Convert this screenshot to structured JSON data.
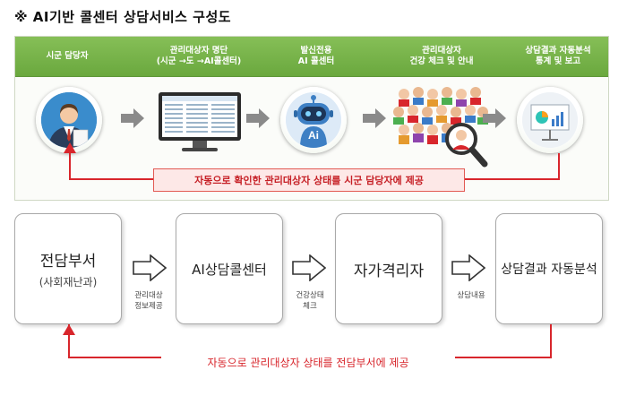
{
  "title": "※ AI기반 콜센터 상담서비스 구성도",
  "top_panel": {
    "steps": [
      {
        "label": "시군 담당자",
        "icon": "person-icon"
      },
      {
        "label": "관리대상자 명단\n(시군 →도 →AI콜센터)",
        "icon": "monitor-icon"
      },
      {
        "label": "발신전용\nAI 콜센터",
        "icon": "ai-robot-icon"
      },
      {
        "label": "관리대상자\n건강 체크 및 안내",
        "icon": "crowd-magnifier-icon"
      },
      {
        "label": "상담결과 자동분석\n통계 및 보고",
        "icon": "report-board-icon"
      }
    ],
    "robot_badge": "Ai",
    "feedback": "자동으로 확인한 관리대상자 상태를 시군 담당자에 제공"
  },
  "flow": {
    "boxes": [
      {
        "main": "전담부서",
        "sub": "(사회재난과)"
      },
      {
        "main": "AI상담콜센터"
      },
      {
        "main": "자가격리자"
      },
      {
        "main": "상담결과 자동분석"
      }
    ],
    "notes": [
      "관리대상\n정보제공",
      "건강상태\n체크",
      "상담내용"
    ],
    "feedback": "자동으로 관리대상자 상태를 전담부서에 제공"
  },
  "colors": {
    "header_green": "#6aa83e",
    "arrow_red": "#d8262c"
  }
}
